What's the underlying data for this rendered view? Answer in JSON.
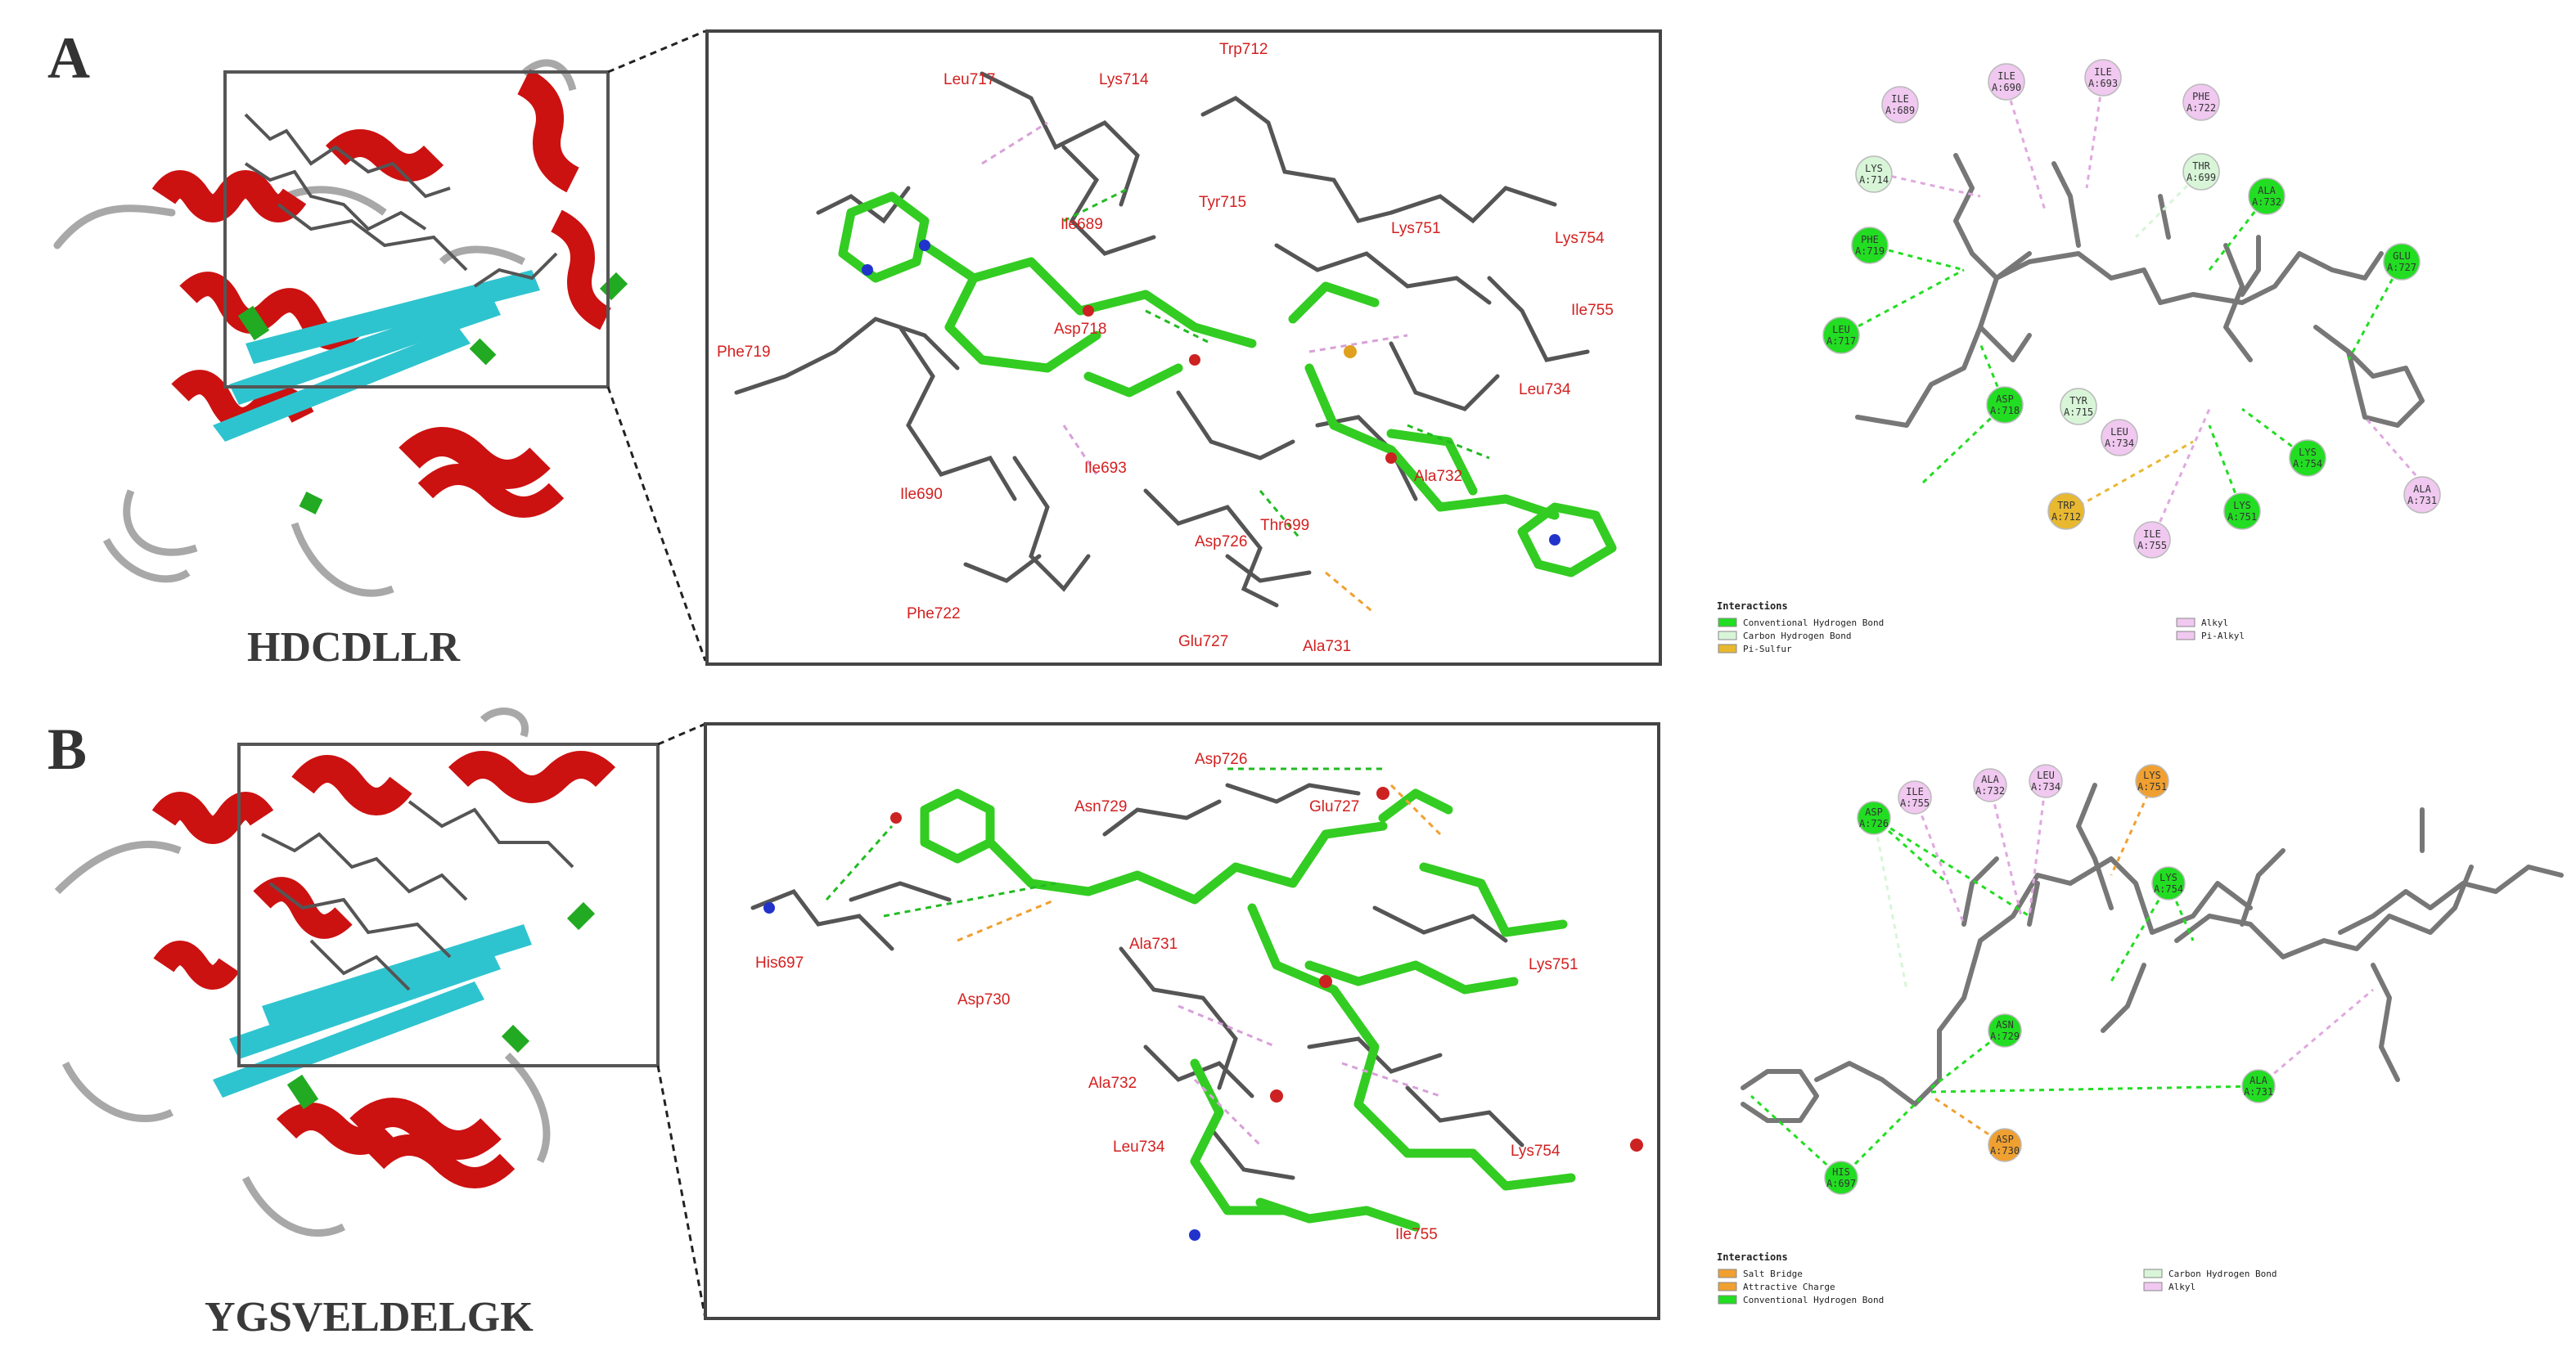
{
  "panels": [
    {
      "letter": "A",
      "peptide": "HDCDLLR",
      "residues_3d": [
        "Trp712",
        "Leu717",
        "Lys714",
        "Tyr715",
        "Lys751",
        "Lys754",
        "Ile689",
        "Ile755",
        "Phe719",
        "Asp718",
        "Leu734",
        "Ile693",
        "Thr699",
        "Ala732",
        "Ile690",
        "Asp726",
        "Phe722",
        "Glu727",
        "Ala731"
      ],
      "residues_2d": [
        {
          "name": "ILE",
          "id": "A:690",
          "type": "alkyl"
        },
        {
          "name": "ILE",
          "id": "A:693",
          "type": "alkyl"
        },
        {
          "name": "ILE",
          "id": "A:689",
          "type": "alkyl"
        },
        {
          "name": "PHE",
          "id": "A:722",
          "type": "alkyl"
        },
        {
          "name": "THR",
          "id": "A:699",
          "type": "carbon_hb"
        },
        {
          "name": "LYS",
          "id": "A:714",
          "type": "carbon_hb"
        },
        {
          "name": "ALA",
          "id": "A:732",
          "type": "conv_hb"
        },
        {
          "name": "PHE",
          "id": "A:719",
          "type": "conv_hb"
        },
        {
          "name": "GLU",
          "id": "A:727",
          "type": "conv_hb"
        },
        {
          "name": "LEU",
          "id": "A:717",
          "type": "conv_hb"
        },
        {
          "name": "ASP",
          "id": "A:718",
          "type": "conv_hb"
        },
        {
          "name": "TYR",
          "id": "A:715",
          "type": "carbon_hb"
        },
        {
          "name": "LEU",
          "id": "A:734",
          "type": "alkyl"
        },
        {
          "name": "LYS",
          "id": "A:754",
          "type": "conv_hb"
        },
        {
          "name": "TRP",
          "id": "A:712",
          "type": "pi_sulfur"
        },
        {
          "name": "LYS",
          "id": "A:751",
          "type": "conv_hb"
        },
        {
          "name": "ILE",
          "id": "A:755",
          "type": "alkyl"
        },
        {
          "name": "ALA",
          "id": "A:731",
          "type": "alkyl"
        }
      ],
      "legend": {
        "title": "Interactions",
        "items": [
          {
            "label": "Conventional Hydrogen Bond",
            "type": "conv_hb"
          },
          {
            "label": "Carbon Hydrogen Bond",
            "type": "carbon_hb"
          },
          {
            "label": "Pi-Sulfur",
            "type": "pi_sulfur"
          },
          {
            "label": "Alkyl",
            "type": "alkyl"
          },
          {
            "label": "Pi-Alkyl",
            "type": "pi_alkyl"
          }
        ]
      }
    },
    {
      "letter": "B",
      "peptide": "YGSVELDELGK",
      "residues_3d": [
        "Asp726",
        "Asn729",
        "Glu727",
        "His697",
        "Ala731",
        "Asp730",
        "Lys751",
        "Ala732",
        "Leu734",
        "Lys754",
        "Ile755"
      ],
      "residues_2d": [
        {
          "name": "ILE",
          "id": "A:755",
          "type": "alkyl"
        },
        {
          "name": "ALA",
          "id": "A:732",
          "type": "alkyl"
        },
        {
          "name": "LEU",
          "id": "A:734",
          "type": "alkyl"
        },
        {
          "name": "LYS",
          "id": "A:751",
          "type": "salt_bridge"
        },
        {
          "name": "ASP",
          "id": "A:726",
          "type": "conv_hb"
        },
        {
          "name": "LYS",
          "id": "A:754",
          "type": "conv_hb"
        },
        {
          "name": "ASN",
          "id": "A:729",
          "type": "conv_hb"
        },
        {
          "name": "ALA",
          "id": "A:731",
          "type": "conv_hb"
        },
        {
          "name": "ASP",
          "id": "A:730",
          "type": "attractive"
        },
        {
          "name": "HIS",
          "id": "A:697",
          "type": "conv_hb"
        }
      ],
      "legend": {
        "title": "Interactions",
        "items": [
          {
            "label": "Salt Bridge",
            "type": "salt_bridge"
          },
          {
            "label": "Attractive Charge",
            "type": "attractive"
          },
          {
            "label": "Conventional Hydrogen Bond",
            "type": "conv_hb"
          },
          {
            "label": "Carbon Hydrogen Bond",
            "type": "carbon_hb"
          },
          {
            "label": "Alkyl",
            "type": "alkyl"
          }
        ]
      }
    }
  ],
  "colors": {
    "helix": "#cc1111",
    "strand": "#2ec4cf",
    "turn": "#22aa22",
    "coil": "#a8a8a8",
    "ligand": "#33cc22",
    "protein_stick": "#555555",
    "label": "#d42020",
    "conv_hb": "#22dd22",
    "carbon_hb": "#d8f5d8",
    "alkyl": "#f0c8f0",
    "pi_alkyl": "#f0c8f0",
    "pi_sulfur": "#e8b830",
    "salt_bridge": "#f0a030",
    "attractive": "#f0a030"
  }
}
